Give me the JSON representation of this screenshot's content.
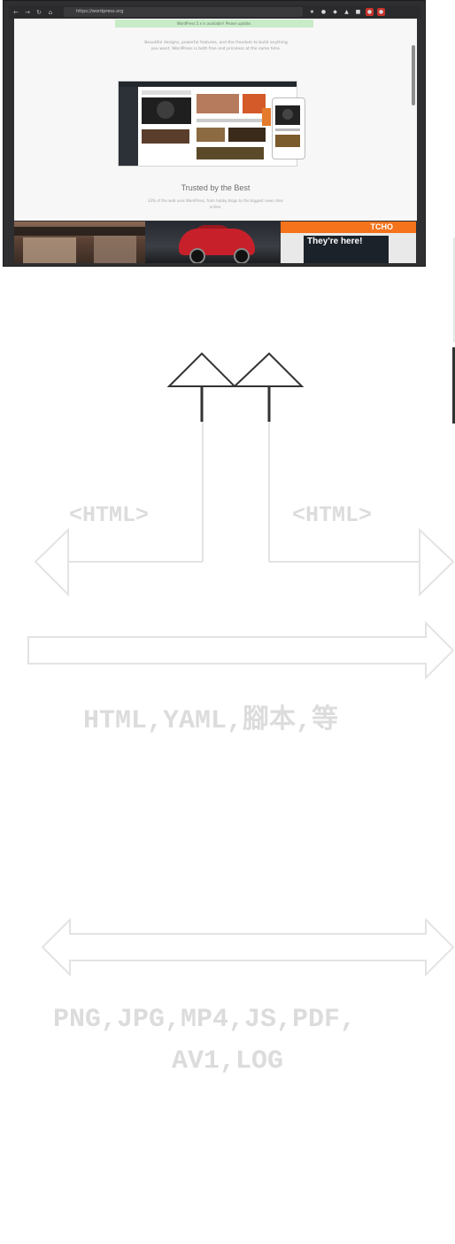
{
  "screenshot": {
    "url_text": "https://wordpress.org",
    "notice_text": "WordPress 5.x is available! Please update.",
    "blurb_text": "Beautiful designs, powerful features, and the freedom to build anything you want. WordPress is both free and priceless at the same time.",
    "trusted_title": "Trusted by the Best",
    "trusted_sub": "33% of the web uses WordPress, from hobby blogs to the biggest news sites online.",
    "tcho_label": "TCHO",
    "theyre_here": "They're here!",
    "nav_icons": [
      "back-icon",
      "forward-icon",
      "reload-icon",
      "home-icon"
    ],
    "ext_icons": [
      "bookmark-icon",
      "ext-1-icon",
      "ext-2-icon",
      "ext-3-icon",
      "ext-4-icon",
      "ext-5-icon",
      "ext-6-icon"
    ]
  },
  "diagram": {
    "html_label_left": "<HTML>",
    "html_label_right": "<HTML>",
    "formats_text_1": "HTML,YAML,腳本,等",
    "formats_text_2": "PNG,JPG,MP4,JS,PDF,",
    "formats_text_3": "AV1,LOG",
    "colors": {
      "dark_line": "#333333",
      "light_line": "#e3e3e3",
      "label_gray": "#dcdcdc"
    }
  }
}
